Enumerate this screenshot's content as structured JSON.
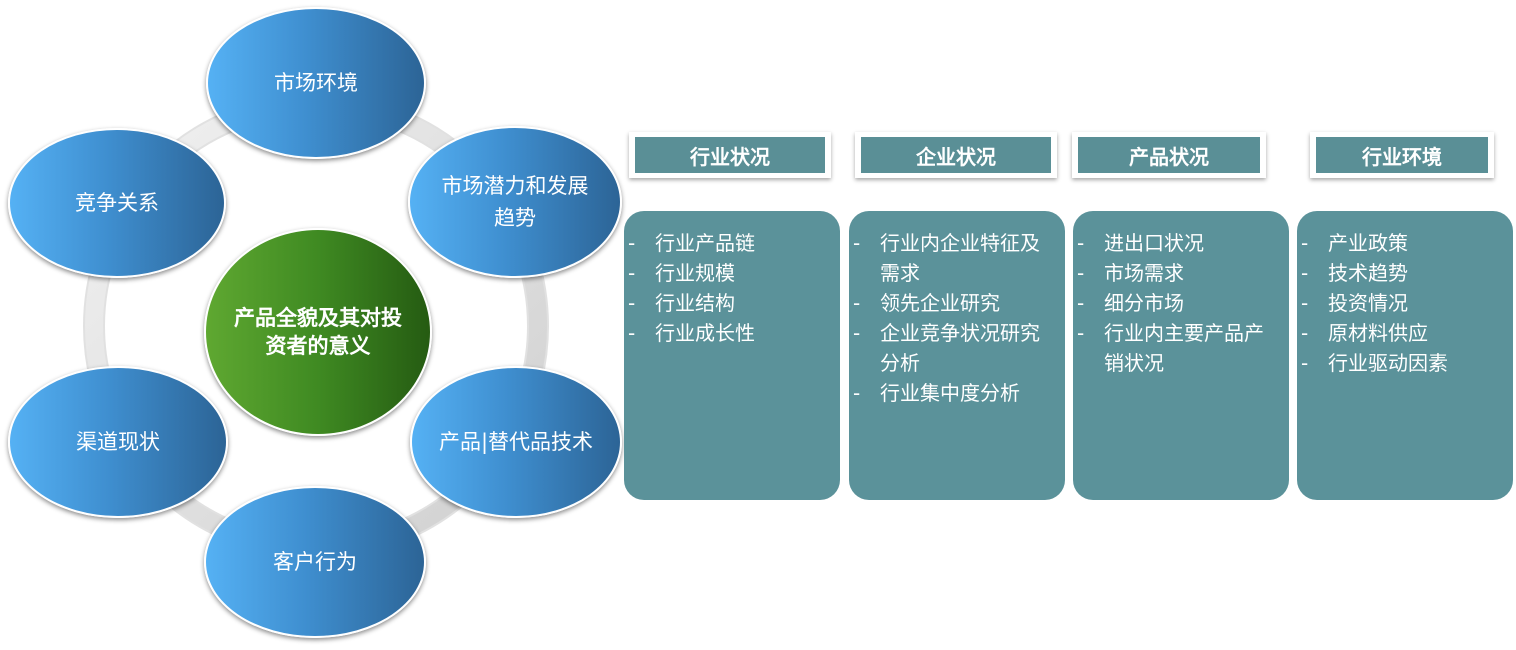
{
  "center": {
    "label": "产品全貌及其对投资者的意义"
  },
  "nodes": [
    {
      "id": "market-environment",
      "label": "市场环境"
    },
    {
      "id": "market-potential",
      "label": "市场潜力和发展趋势"
    },
    {
      "id": "product-substitute",
      "label": "产品|替代品技术"
    },
    {
      "id": "customer-behavior",
      "label": "客户行为"
    },
    {
      "id": "channel-status",
      "label": "渠道现状"
    },
    {
      "id": "competition",
      "label": "竞争关系"
    }
  ],
  "columns": [
    {
      "header": "行业状况",
      "items": [
        "行业产品链",
        "行业规模",
        "行业结构",
        "行业成长性"
      ]
    },
    {
      "header": "企业状况",
      "items": [
        "行业内企业特征及需求",
        "领先企业研究",
        "企业竞争状况研究分析",
        "行业集中度分析"
      ]
    },
    {
      "header": "产品状况",
      "items": [
        "进出口状况",
        "市场需求",
        "细分市场",
        "行业内主要产品产销状况"
      ]
    },
    {
      "header": "行业环境",
      "items": [
        "产业政策",
        "技术趋势",
        "投资情况",
        "原材料供应",
        "行业驱动因素"
      ]
    }
  ],
  "bullet": "-",
  "colors": {
    "node": "#3f8fd0",
    "center": "#3f8a22",
    "header": "#5a8f96",
    "card": "#5b929a",
    "ring": "#dcdcdc"
  }
}
